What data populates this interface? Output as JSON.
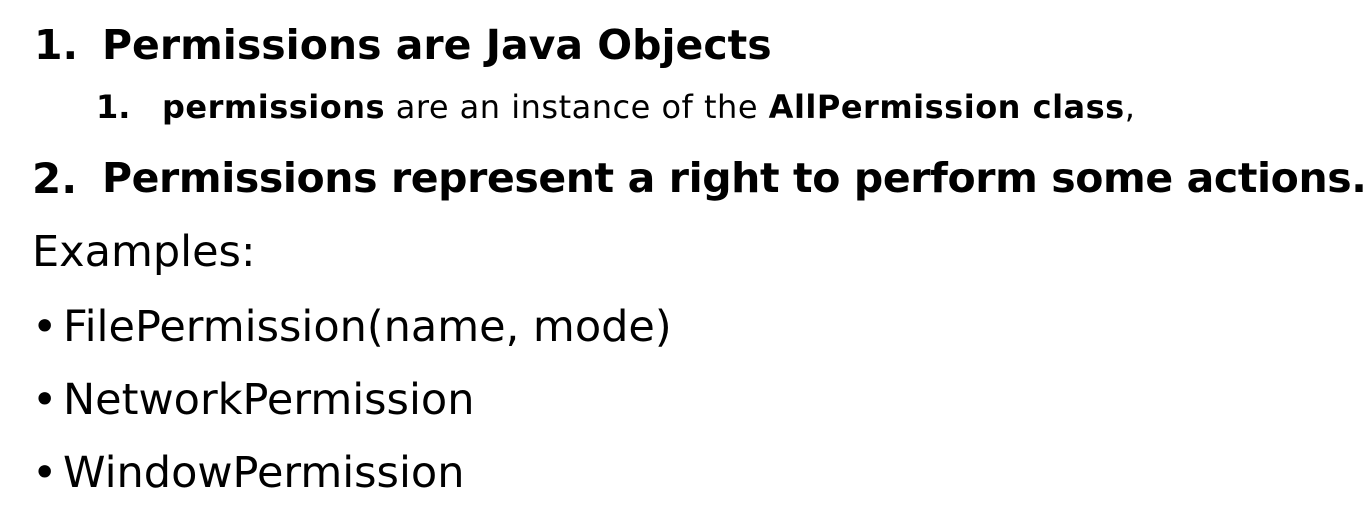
{
  "items": [
    {
      "number": "1.",
      "text": "Permissions are Java Objects",
      "subitems": [
        {
          "number": "1.",
          "part1_bold": "permissions",
          "part2": " are an instance of the ",
          "part3_bold": "AllPermission class",
          "part4": ","
        }
      ]
    },
    {
      "number": "2.",
      "text": "Permissions represent a right to perform some actions."
    }
  ],
  "examples_heading": "Examples:",
  "bullets": [
    {
      "glyph": "•",
      "text": "FilePermission(name, mode)"
    },
    {
      "glyph": "•",
      "text": "NetworkPermission"
    },
    {
      "glyph": "•",
      "text": "WindowPermission"
    }
  ]
}
